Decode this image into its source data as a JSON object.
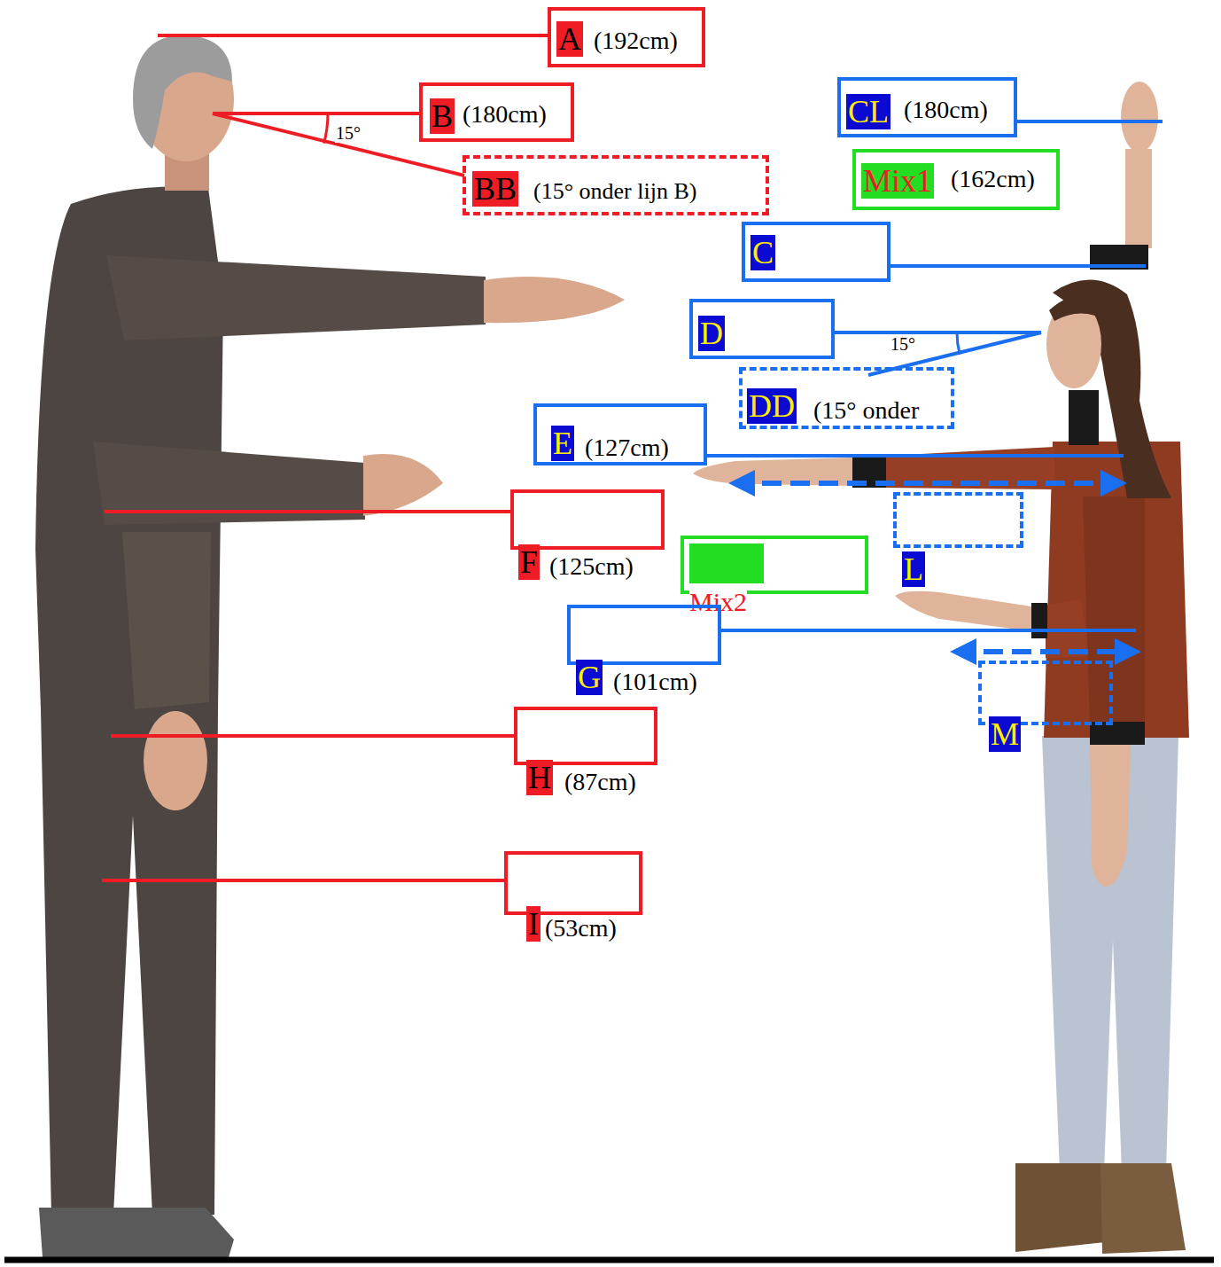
{
  "diagram": {
    "nodes": [
      {
        "text": [
          "A",
          "(192cm)"
        ]
      },
      {
        "text": [
          "CL",
          "(180cm)"
        ]
      },
      {
        "text": [
          "B",
          "(180cm)"
        ]
      },
      {
        "text": [
          "Mix1",
          "(162cm)"
        ]
      },
      {
        "text": [
          "BB",
          "(15° onder lijn B)"
        ]
      },
      {
        "text": [
          "C"
        ]
      },
      {
        "text": [
          "D"
        ]
      },
      {
        "text": [
          "DD",
          "(15° onder"
        ]
      },
      {
        "text": [
          "E",
          "(127cm)"
        ]
      },
      {
        "text": [
          "L"
        ]
      },
      {
        "text": [
          "F",
          "(125cm)"
        ]
      },
      {
        "text": [
          "Mix2"
        ]
      },
      {
        "text": [
          "G",
          "(101cm)"
        ]
      },
      {
        "text": [
          "M"
        ]
      },
      {
        "text": [
          "H",
          "(87cm)"
        ]
      },
      {
        "text": [
          "I",
          "(53cm)"
        ]
      }
    ],
    "labels": [
      "15°",
      "15°"
    ]
  }
}
